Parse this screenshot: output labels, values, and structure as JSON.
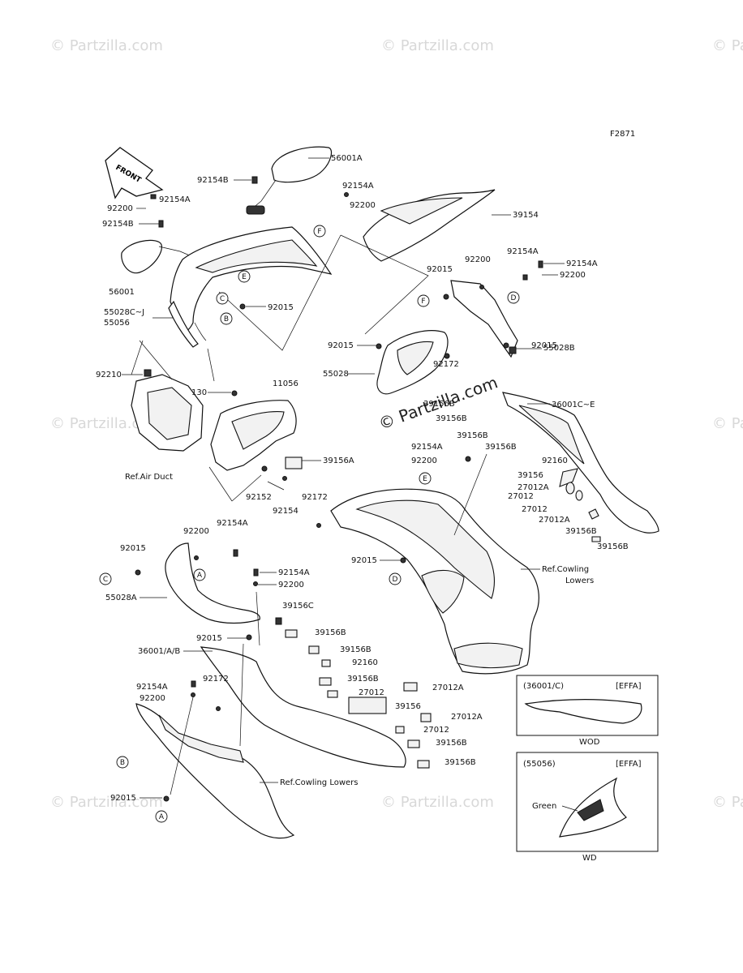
{
  "figure_code": "F2871",
  "front_label": "FRONT",
  "watermark": "© Partzilla.com",
  "watermark_center": "© Partzilla.com",
  "labels": {
    "l_56001A": "56001A",
    "l_92154B_top": "92154B",
    "l_92154A_top": "92154A",
    "l_92200_top": "92200",
    "l_92154B_mid": "92154B",
    "l_56001": "56001",
    "l_55028CJ": "55028C~J",
    "l_55056": "55056",
    "l_92015_left": "92015",
    "l_92154A_center": "92154A",
    "l_92200_center": "92200",
    "l_39154": "39154",
    "l_92015_center": "92015",
    "l_92200_right": "92200",
    "l_92154A_right1": "92154A",
    "l_92154A_right2": "92154A",
    "l_92200_right2": "92200",
    "l_55028B": "55028B",
    "l_92015_right": "92015",
    "l_92015_mid": "92015",
    "l_55028": "55028",
    "l_92172_mid": "92172",
    "l_92210": "92210",
    "l_130": "130",
    "l_11056": "11056",
    "l_39156A": "39156A",
    "l_refairduct": "Ref.Air Duct",
    "l_92152": "92152",
    "l_92154": "92154",
    "l_92172_left": "92172",
    "l_39156B_a": "39156B",
    "l_39156B_b": "39156B",
    "l_36001CE": "36001C~E",
    "l_92154A_r3": "92154A",
    "l_92200_r3": "92200",
    "l_39156B_c": "39156B",
    "l_39156B_d": "39156B",
    "l_92160_r": "92160",
    "l_39156_r": "39156",
    "l_27012A_r1": "27012A",
    "l_27012_r1": "27012",
    "l_27012_r2": "27012",
    "l_27012A_r2": "27012A",
    "l_39156B_e": "39156B",
    "l_39156B_f": "39156B",
    "l_92015_c2": "92015",
    "l_refcowling1": "Ref.Cowling",
    "l_lowers1": "Lowers",
    "l_92154A_l": "92154A",
    "l_92200_l": "92200",
    "l_92015_l": "92015",
    "l_55028A": "55028A",
    "l_92154A_m": "92154A",
    "l_92200_m": "92200",
    "l_39156C": "39156C",
    "l_92015_m": "92015",
    "l_39156B_g": "39156B",
    "l_36001AB": "36001/A/B",
    "l_39156B_h": "39156B",
    "l_92160_m": "92160",
    "l_39156B_i": "39156B",
    "l_27012_m": "27012",
    "l_27012A_m1": "27012A",
    "l_39156_m": "39156",
    "l_27012A_m2": "27012A",
    "l_27012_m2": "27012",
    "l_39156B_j": "39156B",
    "l_39156B_k": "39156B",
    "l_92154A_b": "92154A",
    "l_92200_b": "92200",
    "l_92172_b": "92172",
    "l_refcowling2": "Ref.Cowling Lowers",
    "l_92015_b": "92015"
  },
  "callouts": {
    "c_F1": "F",
    "c_E1": "E",
    "c_C1": "C",
    "c_B1": "B",
    "c_F2": "F",
    "c_D1": "D",
    "c_E2": "E",
    "c_D2": "D",
    "c_C2": "C",
    "c_A1": "A",
    "c_B2": "B",
    "c_A2": "A"
  },
  "inset1": {
    "code": "(36001/C)",
    "market": "[EFFA]",
    "caption": "WOD"
  },
  "inset2": {
    "code": "(55056)",
    "market": "[EFFA]",
    "color": "Green",
    "caption": "WD"
  }
}
